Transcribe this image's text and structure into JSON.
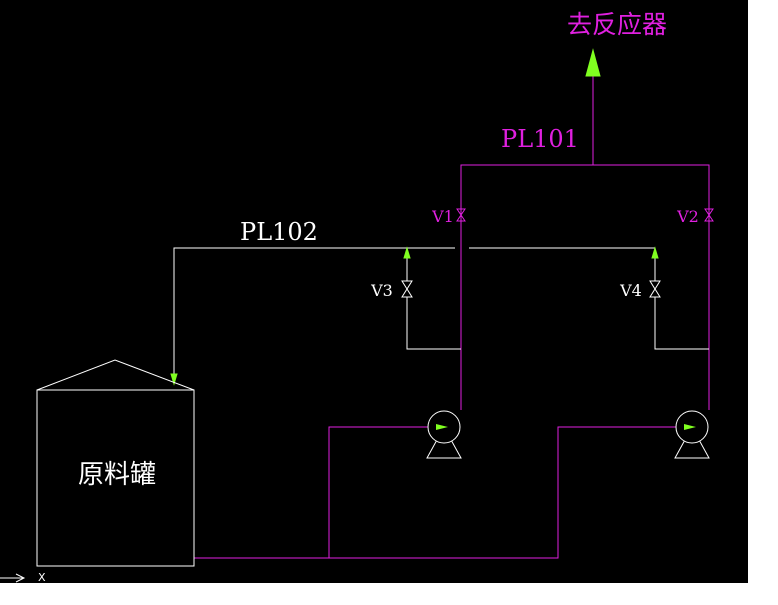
{
  "labels": {
    "destination": "去反应器",
    "pl101": "PL101",
    "pl102": "PL102",
    "tank": "原料罐",
    "v1": "V1",
    "v2": "V2",
    "v3": "V3",
    "v4": "V4",
    "axis_x": "X"
  },
  "colors": {
    "background": "#000000",
    "feed_line": "#ffffff",
    "discharge_line": "#e020e0",
    "arrow": "#80ff20",
    "text_white": "#ffffff",
    "text_magenta": "#e020e0"
  }
}
